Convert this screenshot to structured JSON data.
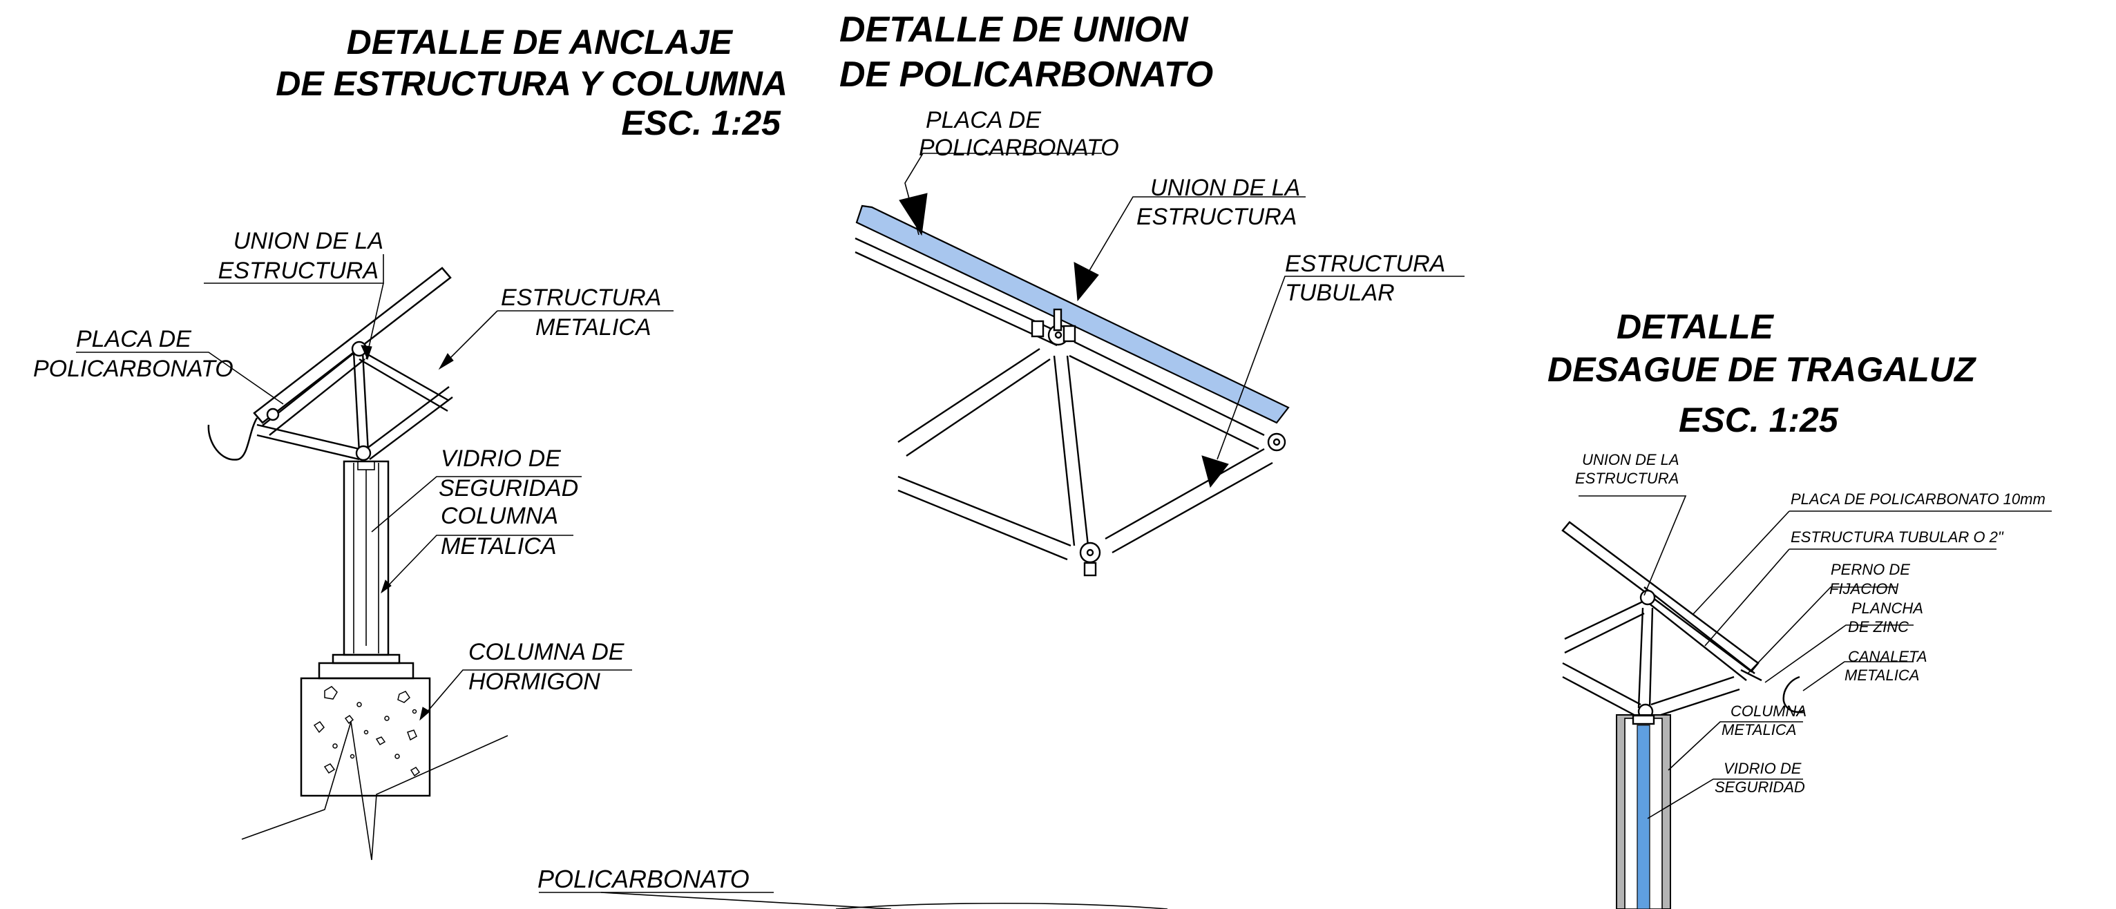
{
  "titles": {
    "anclaje_line1": "DETALLE DE ANCLAJE",
    "anclaje_line2": "DE ESTRUCTURA Y COLUMNA",
    "anclaje_scale": "ESC. 1:25",
    "union_line1": "DETALLE DE UNION",
    "union_line2": "DE POLICARBONATO",
    "desague_line1": "DETALLE",
    "desague_line2": "DESAGUE DE TRAGALUZ",
    "desague_scale": "ESC. 1:25"
  },
  "anclaje_labels": {
    "union_1": "UNION DE LA",
    "union_2": "ESTRUCTURA",
    "placa_1": "PLACA DE",
    "placa_2": "POLICARBONATO",
    "estructura_1": "ESTRUCTURA",
    "estructura_2": "METALICA",
    "vidrio_1": "VIDRIO DE",
    "vidrio_2": "SEGURIDAD",
    "columna_1": "COLUMNA",
    "columna_2": "METALICA",
    "hormigon_1": "COLUMNA DE",
    "hormigon_2": "HORMIGON"
  },
  "union_labels": {
    "placa_1": "PLACA DE",
    "placa_2": "POLICARBONATO",
    "union_1": "UNION DE LA",
    "union_2": "ESTRUCTURA",
    "tubular_1": "ESTRUCTURA",
    "tubular_2": "TUBULAR"
  },
  "desague_labels": {
    "union_1": "UNION DE LA",
    "union_2": "ESTRUCTURA",
    "placa": "PLACA DE POLICARBONATO 10mm",
    "tubular": "ESTRUCTURA TUBULAR O 2\"",
    "perno_1": "PERNO DE",
    "perno_2": "FIJACION",
    "plancha_1": "PLANCHA",
    "plancha_2": "DE ZINC",
    "canaleta_1": "CANALETA",
    "canaleta_2": "METALICA",
    "columna_1": "COLUMNA",
    "columna_2": "METALICA",
    "vidrio_1": "VIDRIO DE",
    "vidrio_2": "SEGURIDAD"
  },
  "bottom_label": "POLICARBONATO",
  "colors": {
    "polycarbonate": "#a8c6ee",
    "glass": "#5f9fe0",
    "column_fill": "#b4b4b4",
    "ink": "#000000"
  }
}
